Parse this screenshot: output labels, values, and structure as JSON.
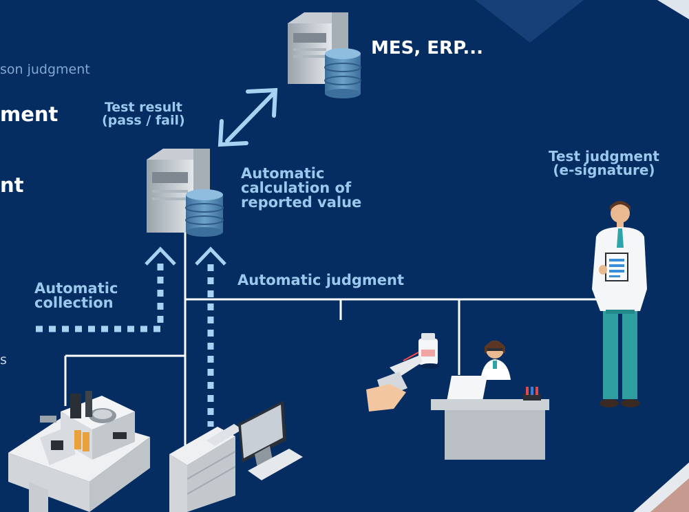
{
  "labels": {
    "mes_erp": "MES, ERP...",
    "partial_judgment": "son judgment",
    "partial_ment": "ment",
    "partial_nt": "nt",
    "partial_s": "s",
    "test_result": [
      "Test result",
      "(pass / fail)"
    ],
    "auto_calc": [
      "Automatic",
      "calculation of",
      "reported value"
    ],
    "test_judgment": [
      "Test judgment",
      "(e-signature)"
    ],
    "auto_judgment": "Automatic judgment",
    "auto_collection": [
      "Automatic",
      "collection"
    ]
  },
  "colors": {
    "background": "#062d62",
    "accent": "#9bc9ee",
    "arrow": "#a9d2f2",
    "line": "#ffffff"
  }
}
